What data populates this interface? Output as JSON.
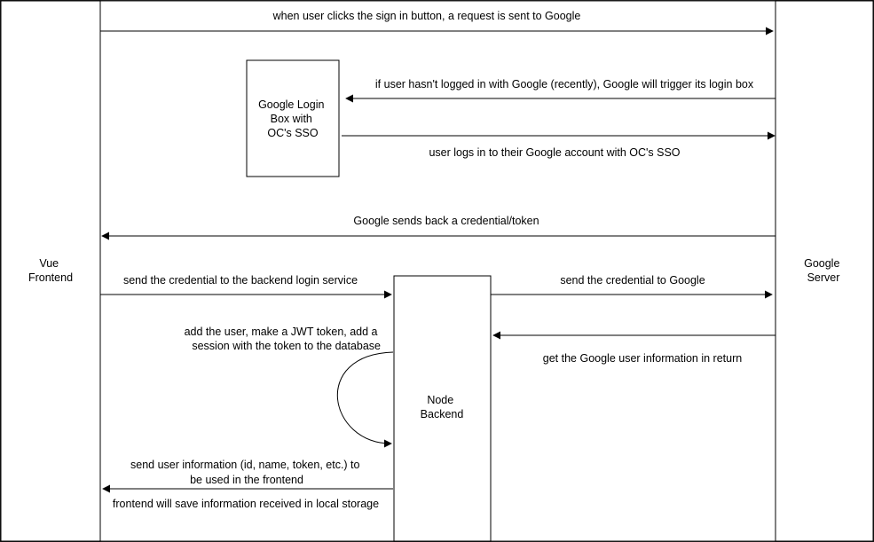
{
  "nodes": {
    "frontend": {
      "lines": [
        "Vue",
        "Frontend"
      ]
    },
    "google_server": {
      "lines": [
        "Google",
        "Server"
      ]
    },
    "login_box": {
      "lines": [
        "Google Login",
        "Box with",
        "OC's SSO"
      ]
    },
    "backend": {
      "lines": [
        "Node",
        "Backend"
      ]
    }
  },
  "messages": {
    "sign_in_request": "when user clicks the sign in button, a request is sent to Google",
    "trigger_login_box": "if user hasn't logged in with Google (recently), Google will trigger its login box",
    "user_logs_in": "user logs in to their Google account with OC's SSO",
    "credential_back": "Google sends back a credential/token",
    "send_to_backend": "send the credential to the backend login service",
    "send_to_google": "send the credential to Google",
    "user_info_return": "get the Google user information in return",
    "self_loop": [
      "add the user, make a JWT token, add a",
      "session with the token to the database"
    ],
    "send_user_info": [
      "send user information (id, name, token, etc.) to",
      "be used in the frontend"
    ],
    "save_local": "frontend will save information received in local storage"
  },
  "colors": {
    "stroke": "#000000",
    "frame": "#1a1a1a",
    "background": "#ffffff"
  }
}
